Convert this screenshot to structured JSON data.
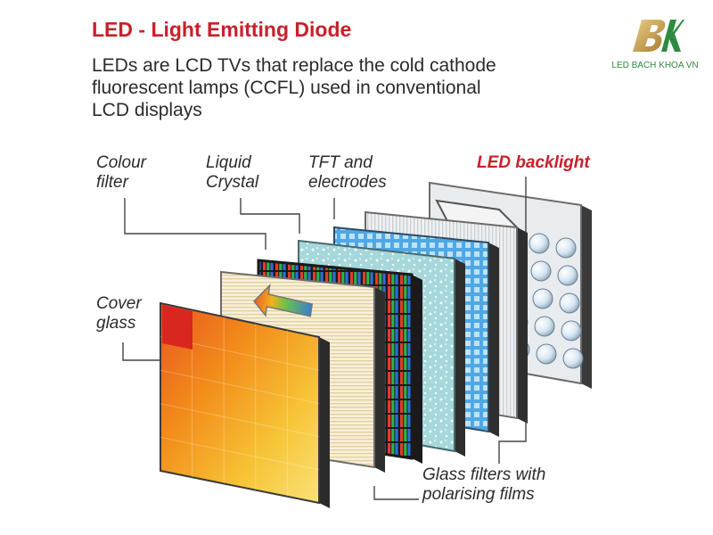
{
  "title": "LED - Light Emitting Diode",
  "subtitle_lines": [
    "LEDs are LCD TVs that replace the cold cathode",
    "fluorescent lamps (CCFL) used in conventional",
    "LCD displays"
  ],
  "logo": {
    "text": "LED BACH KHOA VN",
    "mark": "BK"
  },
  "labels": {
    "colour_filter": [
      "Colour",
      "filter"
    ],
    "liquid_crystal": [
      "Liquid",
      "Crystal"
    ],
    "tft": [
      "TFT and",
      "electrodes"
    ],
    "led_backlight": "LED backlight",
    "cover_glass": [
      "Cover",
      "glass"
    ],
    "glass_filters": [
      "Glass filters with",
      "polarising films"
    ]
  },
  "colors": {
    "title_red": "#c8202a",
    "text": "#2b2b2b",
    "logo_green": "#2e8b3e",
    "logo_gold": "#c9a24a",
    "tft_blue": "#4aa3e0",
    "crystal_teal": "#9fd6d9",
    "cover_orange": "#f2a21c"
  },
  "layers": [
    {
      "name": "cover-glass",
      "label": "Cover glass"
    },
    {
      "name": "polariser-front",
      "label": "Glass filters with polarising films"
    },
    {
      "name": "colour-filter",
      "label": "Colour filter"
    },
    {
      "name": "liquid-crystal",
      "label": "Liquid Crystal"
    },
    {
      "name": "tft-electrodes",
      "label": "TFT and electrodes"
    },
    {
      "name": "polariser-back",
      "label": "Glass filters with polarising films"
    },
    {
      "name": "led-backlight",
      "label": "LED backlight"
    }
  ]
}
